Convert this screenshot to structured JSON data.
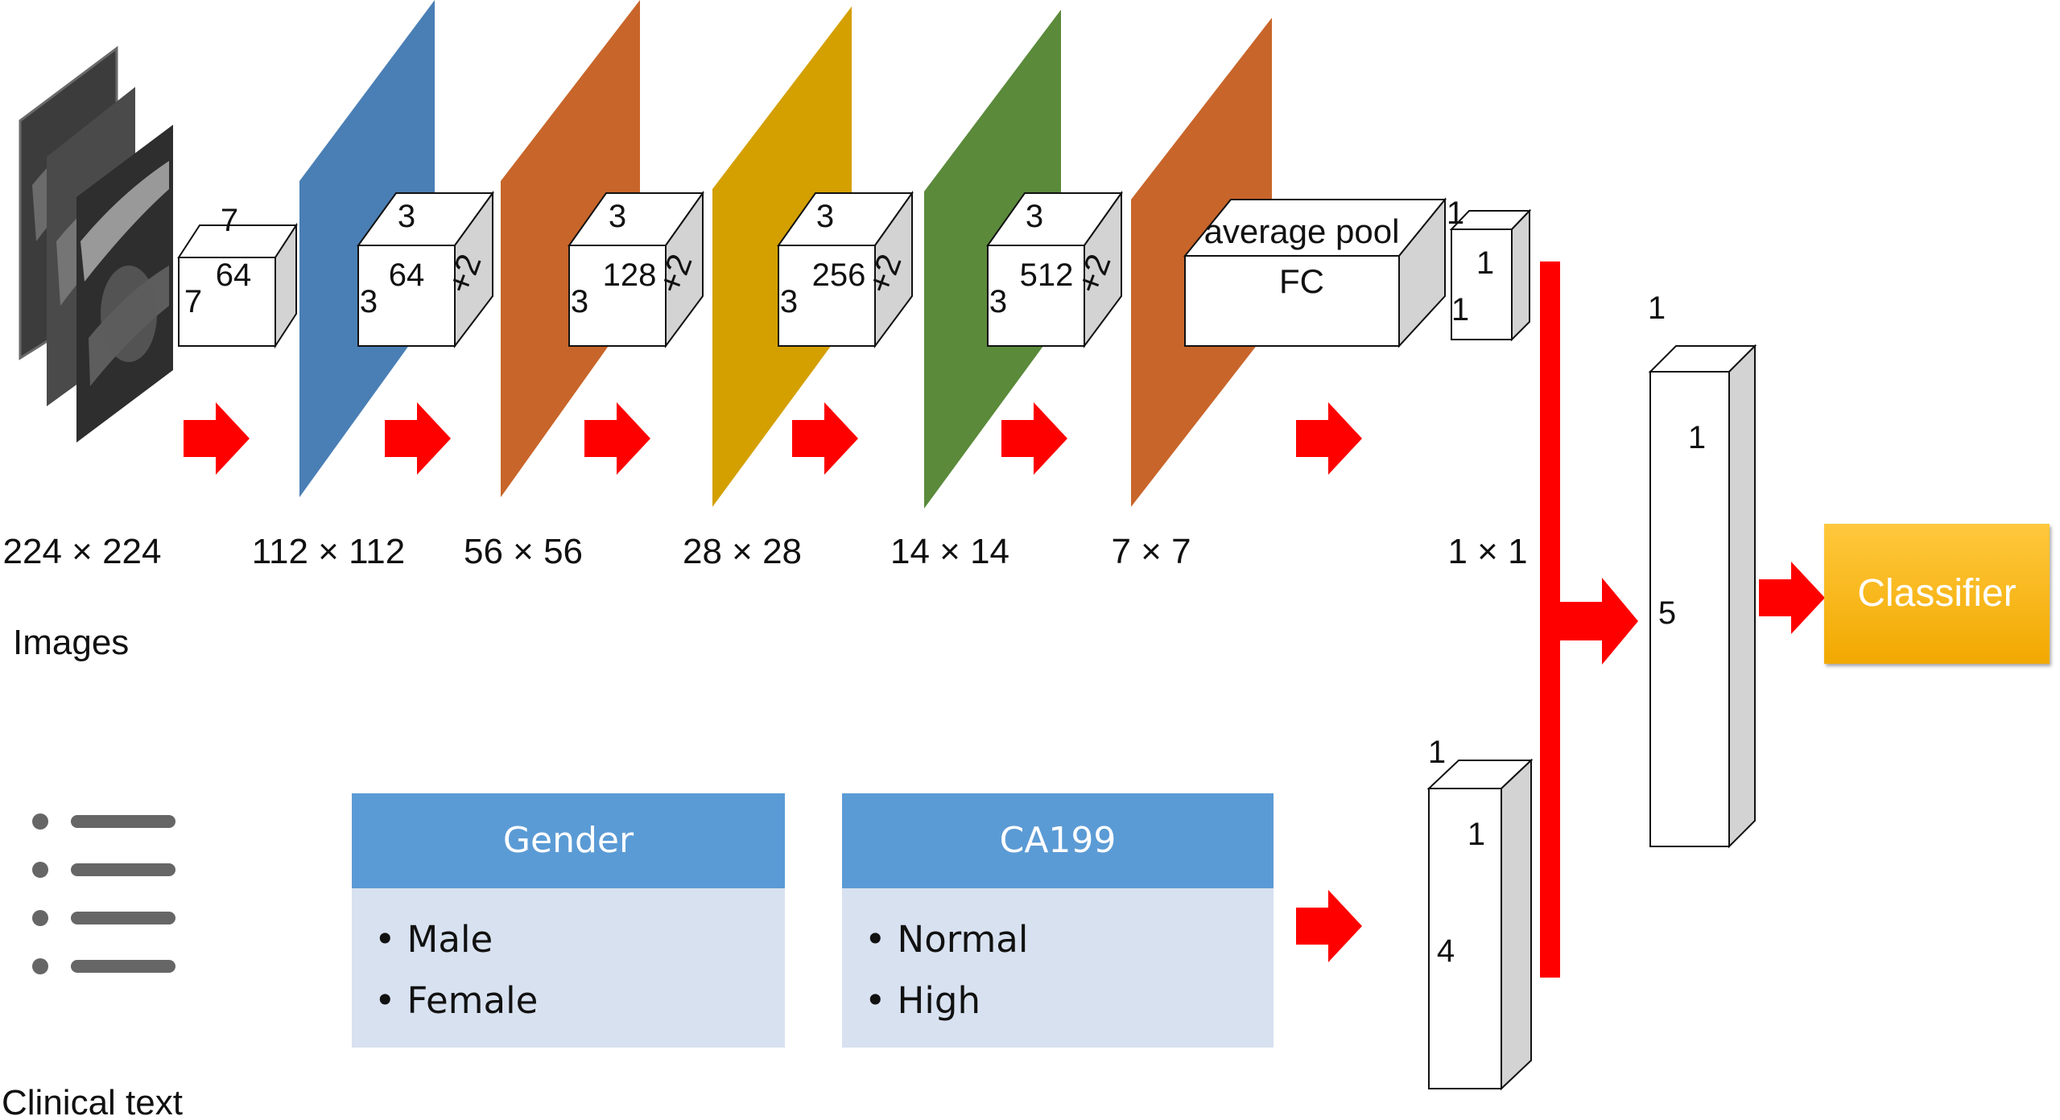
{
  "images_label": "Images",
  "clinical_text_label": "Clinical text",
  "resolutions": [
    "224 × 224",
    "112 × 112",
    "56 × 56",
    "28 × 28",
    "14 × 14",
    "7 × 7",
    "1 × 1"
  ],
  "blocks": [
    {
      "top": "7",
      "left": "7",
      "front": "64",
      "side": ""
    },
    {
      "top": "3",
      "left": "3",
      "front": "64",
      "side": "+2"
    },
    {
      "top": "3",
      "left": "3",
      "front": "128",
      "side": "+2"
    },
    {
      "top": "3",
      "left": "3",
      "front": "256",
      "side": "+2"
    },
    {
      "top": "3",
      "left": "3",
      "front": "512",
      "side": "+2"
    }
  ],
  "pool_block": {
    "line1": "average pool",
    "line2": "FC"
  },
  "vectors": {
    "image": {
      "top": "1",
      "front": "1",
      "left": "1"
    },
    "text": {
      "top": "1",
      "front": "1",
      "left": "4"
    },
    "fused": {
      "top": "1",
      "front": "1",
      "left": "5"
    }
  },
  "clinical_boxes": [
    {
      "title": "Gender",
      "items": [
        "Male",
        "Female"
      ]
    },
    {
      "title": "CA199",
      "items": [
        "Normal",
        "High"
      ]
    }
  ],
  "classifier_label": "Classifier",
  "colors": {
    "arrow": "#ff0000",
    "layer_blue": "#4a7fb5",
    "layer_orange": "#c8652a",
    "layer_yellow": "#d4a000",
    "layer_green": "#5a8a3a",
    "box_header": "#5b9bd5",
    "box_body": "#d8e1f0",
    "classifier": "#ffc000"
  },
  "icons": [
    "ct-slices-icon",
    "list-icon"
  ]
}
